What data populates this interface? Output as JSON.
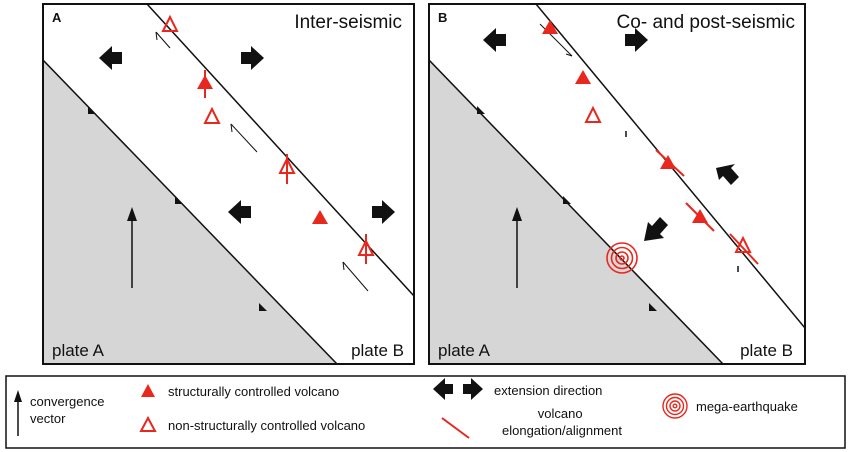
{
  "colors": {
    "volcano": "#e8281e",
    "arrow": "#111111",
    "plate_a": "#d6d6d6",
    "frame": "#111111"
  },
  "panels": [
    {
      "letter": "A",
      "title": "Inter-seismic",
      "plate_a": "plate A",
      "plate_b": "plate B"
    },
    {
      "letter": "B",
      "title": "Co- and post-seismic",
      "plate_a": "plate A",
      "plate_b": "plate B"
    }
  ],
  "legend": {
    "convergence": [
      "convergence",
      "vector"
    ],
    "structural": "structurally controlled volcano",
    "non_structural": "non-structurally controlled volcano",
    "extension": "extension direction",
    "elongation": [
      "volcano",
      "elongation/alignment"
    ],
    "earthquake": "mega-earthquake"
  },
  "icons": [
    "double-arrow-icon",
    "triangle-filled-icon",
    "triangle-outline-icon",
    "concentric-circles-icon",
    "arrow-up-icon"
  ]
}
